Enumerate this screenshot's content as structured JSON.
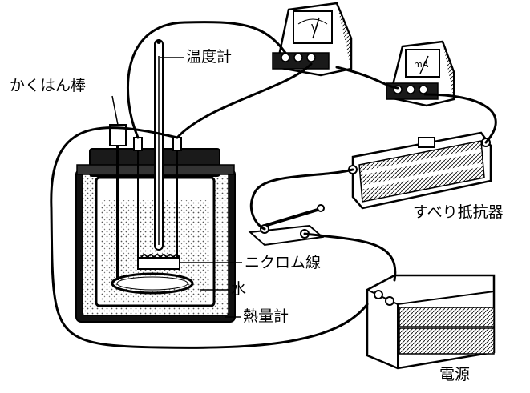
{
  "labels": {
    "stirrer": "かくはん棒",
    "thermometer": "温度計",
    "rheostat": "すべり抵抗器",
    "nichrome_wire": "ニクロム線",
    "water": "水",
    "calorimeter": "熱量計",
    "power_supply": "電源"
  },
  "meters": {
    "voltmeter_symbol": "V",
    "ammeter_symbol": "mA"
  }
}
